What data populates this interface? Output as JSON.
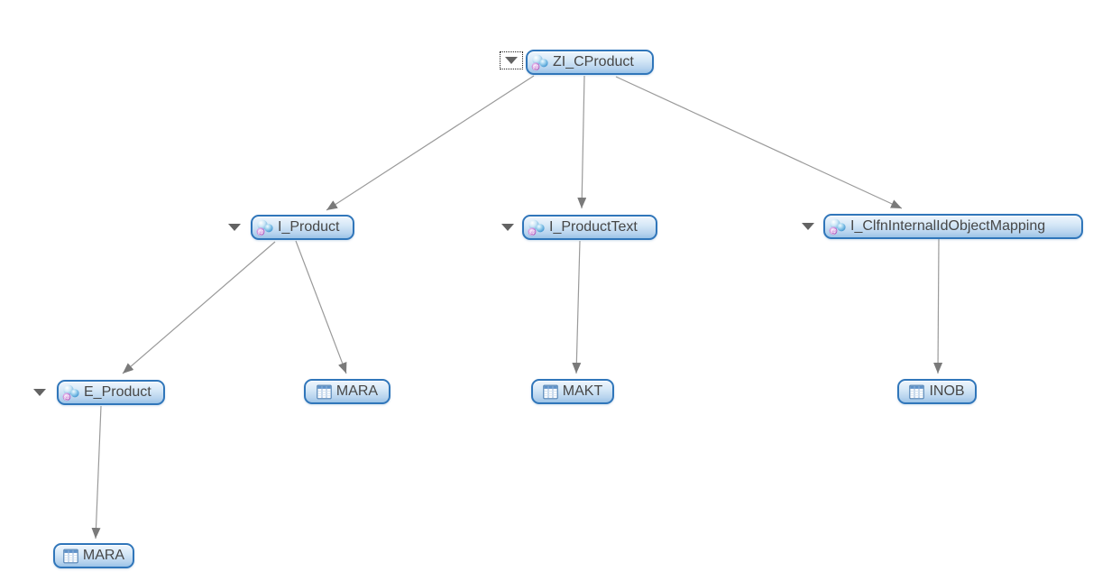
{
  "app": {
    "name": "Dependency Analyzer Tree Graph"
  },
  "icons": {
    "cds_at_glyph": "@"
  },
  "diagram": {
    "background": "#ffffff",
    "colors": {
      "node_border": "#3076ba",
      "node_gradient_top": "#eff6fd",
      "node_gradient_bottom": "#9cc3e7",
      "node_text": "#474747",
      "edge_line": "#9a9a9a",
      "arrowhead": "#7a7a7a",
      "expander_triangle": "#636363",
      "table_icon_header": "#5f92c9",
      "cds_icon_sphere": "#3e93cf",
      "cds_icon_badge": "#a14cb5"
    },
    "nodes": {
      "zi_cproduct": {
        "label": "ZI_CProduct",
        "type": "cds-view",
        "icon": "cds-view-icon",
        "expander": "collapse",
        "expander_focused": true
      },
      "i_product": {
        "label": "I_Product",
        "type": "cds-view",
        "icon": "cds-view-icon",
        "expander": "collapse"
      },
      "i_producttext": {
        "label": "I_ProductText",
        "type": "cds-view",
        "icon": "cds-view-icon",
        "expander": "collapse"
      },
      "i_clfninternalidobjectmapping": {
        "label": "I_ClfnInternalIdObjectMapping",
        "type": "cds-view",
        "icon": "cds-view-icon",
        "expander": "collapse"
      },
      "e_product": {
        "label": "E_Product",
        "type": "cds-view",
        "icon": "cds-view-icon",
        "expander": "collapse"
      },
      "mara_under_i_product": {
        "label": "MARA",
        "type": "database-table",
        "icon": "table-icon"
      },
      "makt": {
        "label": "MAKT",
        "type": "database-table",
        "icon": "table-icon"
      },
      "inob": {
        "label": "INOB",
        "type": "database-table",
        "icon": "table-icon"
      },
      "mara_under_e_product": {
        "label": "MARA",
        "type": "database-table",
        "icon": "table-icon"
      }
    },
    "edges": [
      {
        "from": "ZI_CProduct",
        "to": "I_Product"
      },
      {
        "from": "ZI_CProduct",
        "to": "I_ProductText"
      },
      {
        "from": "ZI_CProduct",
        "to": "I_ClfnInternalIdObjectMapping"
      },
      {
        "from": "I_Product",
        "to": "E_Product"
      },
      {
        "from": "I_Product",
        "to": "MARA"
      },
      {
        "from": "I_ProductText",
        "to": "MAKT"
      },
      {
        "from": "I_ClfnInternalIdObjectMapping",
        "to": "INOB"
      },
      {
        "from": "E_Product",
        "to": "MARA"
      }
    ]
  }
}
